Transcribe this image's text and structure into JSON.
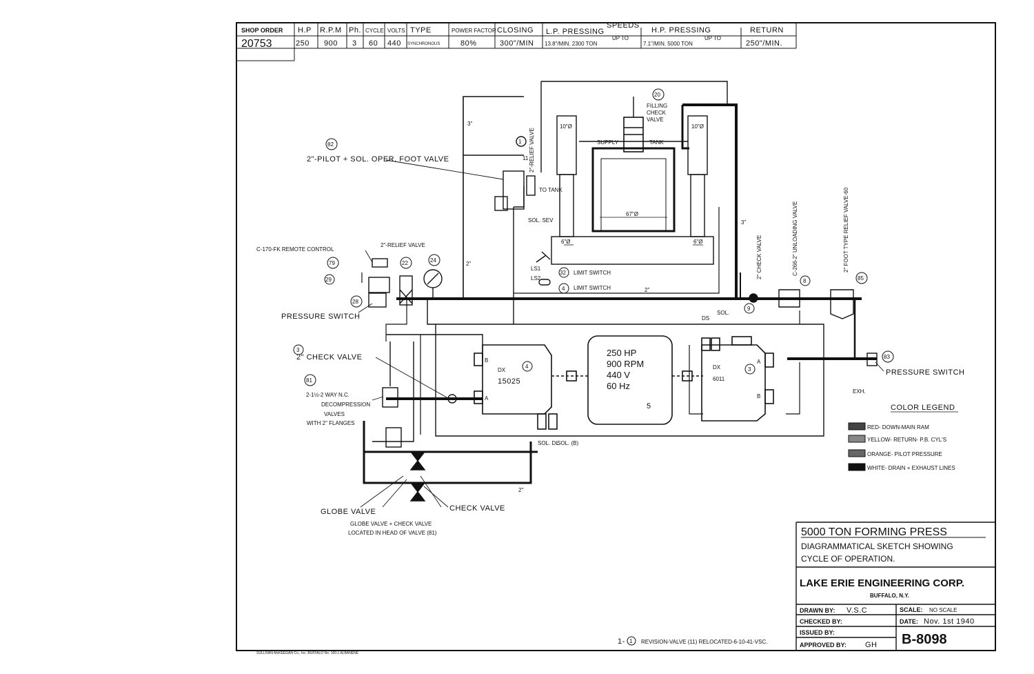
{
  "spec_table": {
    "headers": [
      "SHOP ORDER",
      "H.P",
      "R.P.M",
      "Ph.",
      "CYCLE",
      "VOLTS",
      "TYPE",
      "POWER FACTOR",
      "CLOSING",
      "L.P. PRESSING",
      "H.P. PRESSING",
      "RETURN"
    ],
    "speeds_header": "SPEEDS",
    "values": [
      "20753",
      "250",
      "900",
      "3",
      "60",
      "440",
      "SYNCHRONOUS",
      "80%",
      "300\"/MIN",
      "13.8\"/MIN. 2300 TON",
      "7.1\"/MIN. 5000 TON",
      "250\"/MIN."
    ],
    "up_to": "UP TO"
  },
  "labels": {
    "foot_valve": "2\"-PILOT + SOL. OPER. FOOT VALVE",
    "foot_valve_num": "82",
    "relief_valve_vert": "2\"-RELIEF VALVE",
    "relief_num": "11",
    "revision_mark": "1",
    "to_tank": "TO TANK",
    "sol_sev": "SOL. SEV",
    "filling_num": "20",
    "filling": "FILLING",
    "check": "CHECK",
    "valve": "VALVE",
    "supply": "SUPPLY",
    "tank": "TANK",
    "dia_left": "10\"Ø",
    "dia_right": "10\"Ø",
    "dia_main": "67\"Ø",
    "dia_low_left": "6\"Ø",
    "dia_low_right": "6\"Ø",
    "pipe_3_top": "3\"",
    "pipe_3_right": "3\"",
    "pipe_2_mid": "2\"",
    "pipe_2_left": "2\"",
    "pipe_2_bottom": "2\"",
    "remote_control": "C-170-FK REMOTE CONTROL",
    "relief_valve_2": "2\"-RELIEF VALVE",
    "num_79": "79",
    "num_29": "29",
    "num_28": "28",
    "num_22": "22",
    "num_24": "24",
    "pressure_switch_left": "PRESSURE SWITCH",
    "ls1": "LS1",
    "ls2": "LS2",
    "num_32": "32",
    "limit_switch_1": "LIMIT SWITCH",
    "num_4": "4",
    "limit_switch_2": "LIMIT SWITCH",
    "check_valve_vert": "2\" CHECK VALVE",
    "num_9": "9",
    "num_8": "8",
    "unloading_valve": "C-266-2\" UNLOADING VALVE",
    "foot_relief": "2\" FOOT TYPE RELIEF VALVE-60",
    "num_85": "85",
    "num_83": "83",
    "pressure_switch_right": "PRESSURE SWITCH",
    "exh": "EXH.",
    "num_3": "3",
    "check_valve_left": "2\" CHECK VALVE",
    "num_81": "81",
    "decomp_1": "2-1½-2 WAY N.C.",
    "decomp_2": "DECOMPRESSION",
    "decomp_3": "VALVES",
    "decomp_4": "WITH 2\" FLANGES",
    "pump_left_name": "DX",
    "pump_left_num": "4",
    "pump_left_model": "15025",
    "port_b_left": "B",
    "port_a_left": "A",
    "pump_right_name": "DX",
    "pump_right_num": "3",
    "pump_right_model": "6011",
    "port_a_right": "A",
    "port_b_right": "B",
    "motor_hp": "250 HP",
    "motor_rpm": "900 RPM",
    "motor_v": "440 V",
    "motor_hz": "60 Hz",
    "motor_num": "5",
    "sol_dl": "SOL. DL",
    "sol_b": "SOL. (B)",
    "ds": "DS",
    "sol_top": "SOL.",
    "globe_valve": "GLOBE VALVE",
    "check_valve_bottom": "CHECK VALVE",
    "globe_note_1": "GLOBE VALVE + CHECK VALVE",
    "globe_note_2": "LOCATED IN HEAD OF VALVE (81)",
    "revision_prefix": "1-",
    "revision_num": "1",
    "revision_text": "REVISION-VALVE (11) RELOCATED-6-10-41-VSC.",
    "printer_note": "SULLIVAN-McKEEGAN Co., Inc. BUFFALO  No. 100-L ALBANENE"
  },
  "legend": {
    "title": "COLOR LEGEND",
    "items": [
      {
        "label": "RED- DOWN-MAIN RAM"
      },
      {
        "label": "YELLOW- RETURN- P.B. CYL'S"
      },
      {
        "label": "ORANGE- PILOT PRESSURE"
      },
      {
        "label": "WHITE- DRAIN + EXHAUST LINES"
      }
    ]
  },
  "title_block": {
    "title": "5000 TON FORMING PRESS",
    "subtitle_1": "DIAGRAMMATICAL SKETCH SHOWING",
    "subtitle_2": "CYCLE OF OPERATION.",
    "company": "LAKE ERIE ENGINEERING CORP.",
    "city": "BUFFALO, N.Y.",
    "drawn_by_label": "DRAWN BY:",
    "drawn_by": "V.S.C",
    "checked_by_label": "CHECKED BY:",
    "issued_by_label": "ISSUED BY:",
    "approved_by_label": "APPROVED BY:",
    "approved_by": "GH",
    "scale_label": "SCALE:",
    "scale": "NO SCALE",
    "date_label": "DATE:",
    "date": "Nov. 1st 1940",
    "drawing_no": "B-8098"
  }
}
